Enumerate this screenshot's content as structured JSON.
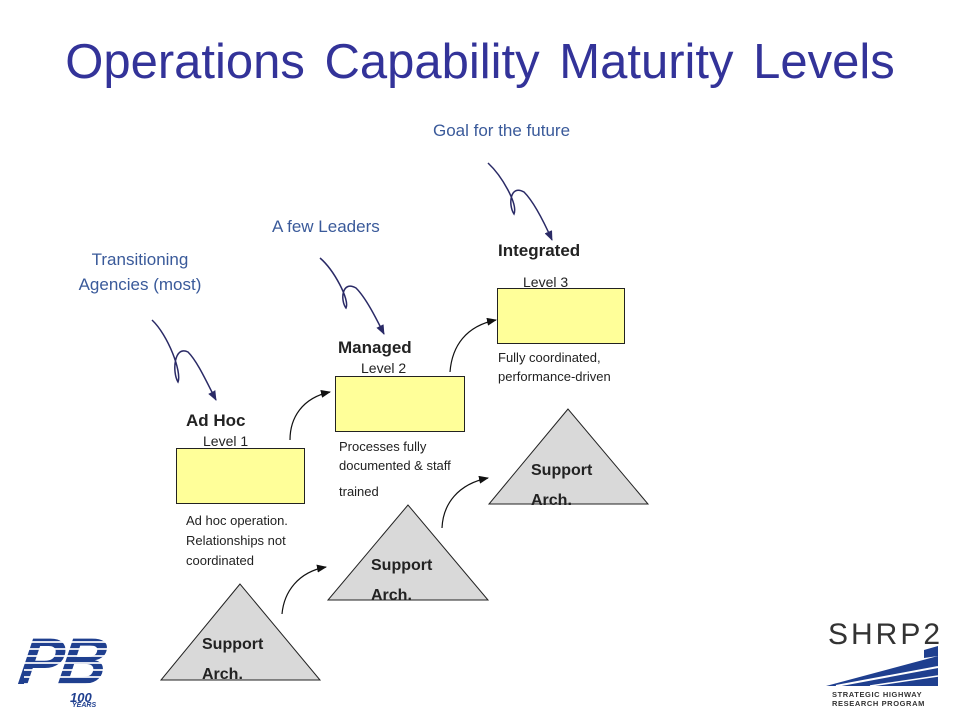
{
  "title": "Operations Capability Maturity Levels",
  "callouts": {
    "goal": "Goal for the future",
    "leaders": "A few Leaders",
    "transitioning_line1": "Transitioning",
    "transitioning_line2": "Agencies (most)"
  },
  "levels": [
    {
      "name": "Ad Hoc",
      "level": "Level 1",
      "desc_lines": [
        "Ad hoc operation.",
        "Relationships not",
        "coordinated"
      ]
    },
    {
      "name": "Managed",
      "level": "Level 2",
      "desc_lines": [
        "Processes fully",
        "documented & staff",
        "trained"
      ]
    },
    {
      "name": "Integrated",
      "level": "Level 3",
      "desc_lines": [
        "Fully coordinated,",
        "performance-driven"
      ]
    }
  ],
  "support": {
    "line1": "Support",
    "line2": "Arch."
  },
  "logos": {
    "pb": "PB",
    "pb_years": "100",
    "pb_years_suffix": "YEARS",
    "shrp2": "SHRP2",
    "shrp2_sub1": "STRATEGIC HIGHWAY",
    "shrp2_sub2": "RESEARCH PROGRAM"
  },
  "colors": {
    "title": "#333399",
    "callout": "#3a5a9a",
    "box_fill": "#ffff99",
    "triangle_fill": "#d9d9d9",
    "arrow": "#2a2a66"
  }
}
